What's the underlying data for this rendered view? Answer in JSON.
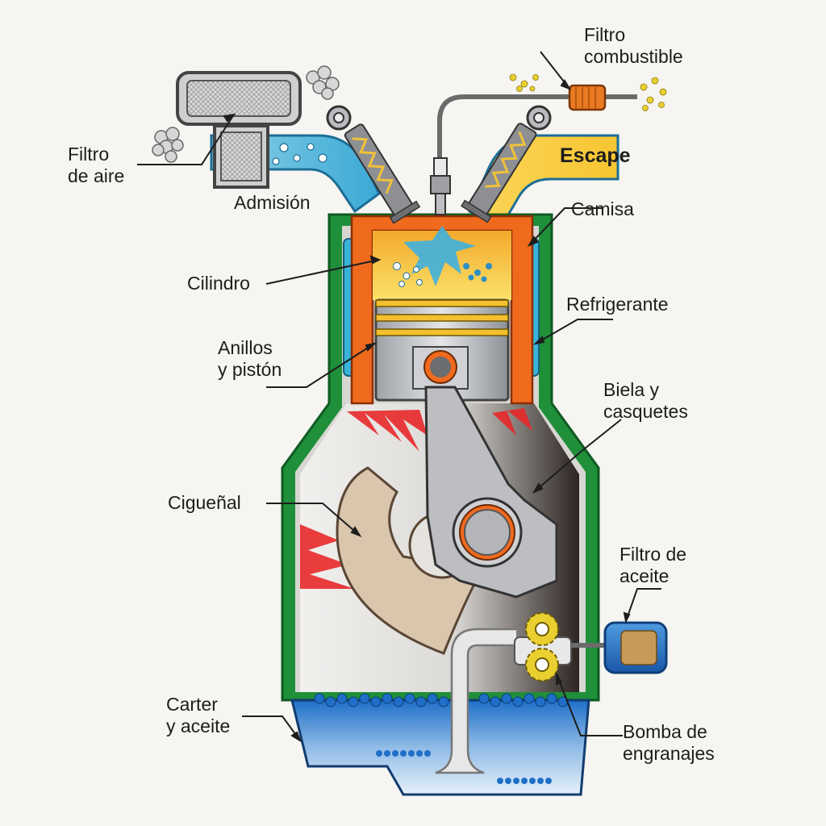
{
  "labels": {
    "fuel_filter": "Filtro\ncombustible",
    "air_filter": "Filtro\nde aire",
    "exhaust": "Escape",
    "intake": "Admisión",
    "liner": "Camisa",
    "cylinder": "Cilindro",
    "coolant": "Refrigerante",
    "rings_piston": "Anillos\ny pistón",
    "rod_bearings": "Biela y\ncasquetes",
    "crankshaft": "Cigueñal",
    "oil_filter": "Filtro de\naceite",
    "sump_oil": "Carter\ny aceite",
    "gear_pump": "Bomba de\nengranajes"
  },
  "colors": {
    "block": "#1f8f3a",
    "block_dark": "#16702c",
    "liner": "#f06a1e",
    "coolant": "#3ab3d9",
    "combustion": "#f7c531",
    "oil": "#1f6fc9",
    "oil_light": "#cfe2f5",
    "heat": "#e8282a",
    "crank": "#d9c6ad",
    "steel": "#c9cbce",
    "exhaust_gas": "#f5c53a",
    "intake_air": "#5ec0e4",
    "fuel_filter": "#ea7a22",
    "gear": "#e9cf2f"
  }
}
